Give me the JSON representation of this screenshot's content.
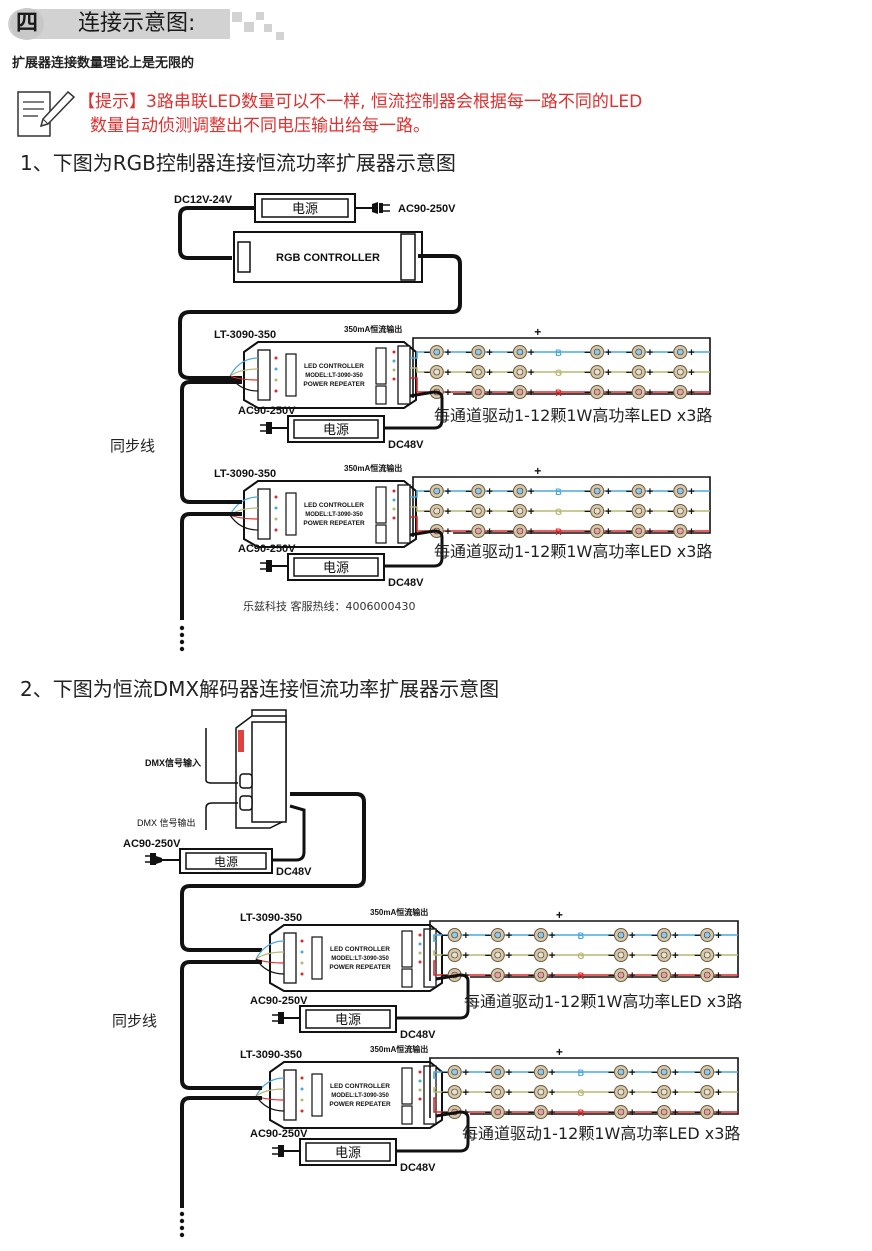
{
  "header": {
    "section_number": "四",
    "title": "连接示意图:",
    "subtitle": "扩展器连接数量理论上是无限的"
  },
  "tip": {
    "icon": "note-pencil-icon",
    "line1": "【提示】3路串联LED数量可以不一样, 恒流控制器会根据每一路不同的LED",
    "line2": "数量自动侦测调整出不同电压输出给每一路。"
  },
  "colors": {
    "tip_red": "#e03030",
    "wire_blue": "#4aa8e0",
    "wire_green": "#b8b870",
    "wire_red": "#e02828",
    "header_gray": "#d2d2d2"
  },
  "section1": {
    "title": "1、下图为RGB控制器连接恒流功率扩展器示意图",
    "power_in_label": "DC12V-24V",
    "power_supply_label": "电源",
    "ac_label": "AC90-250V",
    "controller_label": "RGB CONTROLLER",
    "sync_label": "同步线",
    "hotline": "乐兹科技 客服热线：4006000430",
    "repeaters": [
      {
        "model_label": "LT-3090-350",
        "output_label": "350mA恒流输出",
        "line1": "LED CONTROLLER",
        "line2": "MODEL:LT-3090-350",
        "line3": "POWER REPEATER",
        "ac_label": "AC90-250V",
        "psu_label": "电源",
        "dc_label": "DC48V",
        "channel_desc": "每通道驱动1-12颗1W高功率LED x3路"
      },
      {
        "model_label": "LT-3090-350",
        "output_label": "350mA恒流输出",
        "line1": "LED CONTROLLER",
        "line2": "MODEL:LT-3090-350",
        "line3": "POWER REPEATER",
        "ac_label": "AC90-250V",
        "psu_label": "电源",
        "dc_label": "DC48V",
        "channel_desc": "每通道驱动1-12颗1W高功率LED x3路"
      }
    ]
  },
  "section2": {
    "title": "2、下图为恒流DMX解码器连接恒流功率扩展器示意图",
    "dmx_in_label": "DMX信号输入",
    "dmx_out_label": "DMX 信号输出",
    "ac_label": "AC90-250V",
    "psu_label": "电源",
    "dc_label": "DC48V",
    "sync_label": "同步线",
    "repeaters": [
      {
        "model_label": "LT-3090-350",
        "output_label": "350mA恒流输出",
        "line1": "LED CONTROLLER",
        "line2": "MODEL:LT-3090-350",
        "line3": "POWER REPEATER",
        "ac_label": "AC90-250V",
        "psu_label": "电源",
        "dc_label": "DC48V",
        "channel_desc": "每通道驱动1-12颗1W高功率LED x3路"
      },
      {
        "model_label": "LT-3090-350",
        "output_label": "350mA恒流输出",
        "line1": "LED CONTROLLER",
        "line2": "MODEL:LT-3090-350",
        "line3": "POWER REPEATER",
        "ac_label": "AC90-250V",
        "psu_label": "电源",
        "dc_label": "DC48V",
        "channel_desc": "每通道驱动1-12颗1W高功率LED x3路"
      }
    ]
  },
  "channels": [
    {
      "name": "blue",
      "letter": "B"
    },
    {
      "name": "green",
      "letter": "G"
    },
    {
      "name": "red",
      "letter": "R"
    }
  ],
  "symbols": {
    "minus": "−",
    "plus": "+"
  }
}
